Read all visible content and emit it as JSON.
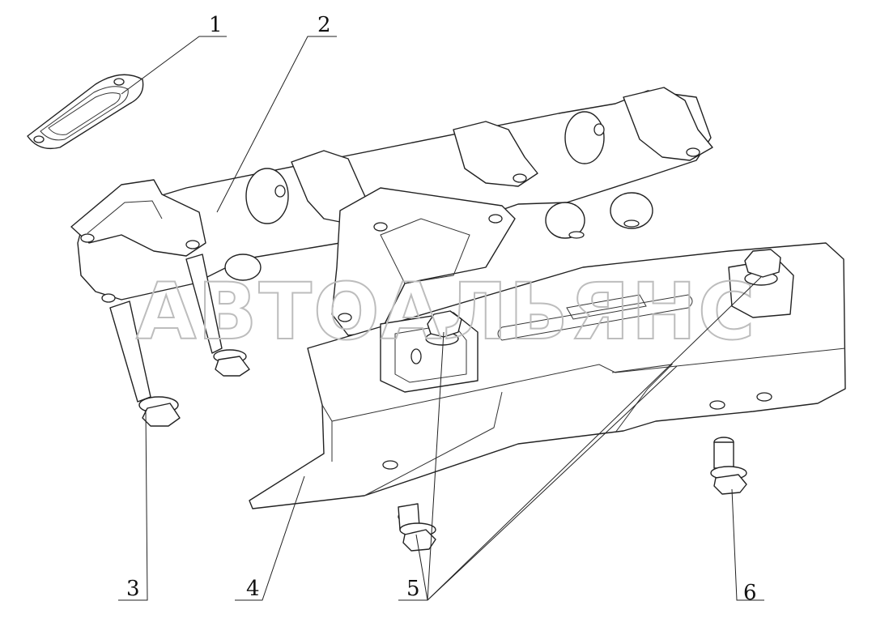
{
  "watermark": "АВТОАЛЬЯНС",
  "callouts": [
    {
      "id": "1",
      "label": "1"
    },
    {
      "id": "2",
      "label": "2"
    },
    {
      "id": "3",
      "label": "3"
    },
    {
      "id": "4",
      "label": "4"
    },
    {
      "id": "5",
      "label": "5"
    },
    {
      "id": "6",
      "label": "6"
    }
  ],
  "colors": {
    "line": "#222222",
    "watermark": "#bdbdbd",
    "background": "#ffffff"
  }
}
